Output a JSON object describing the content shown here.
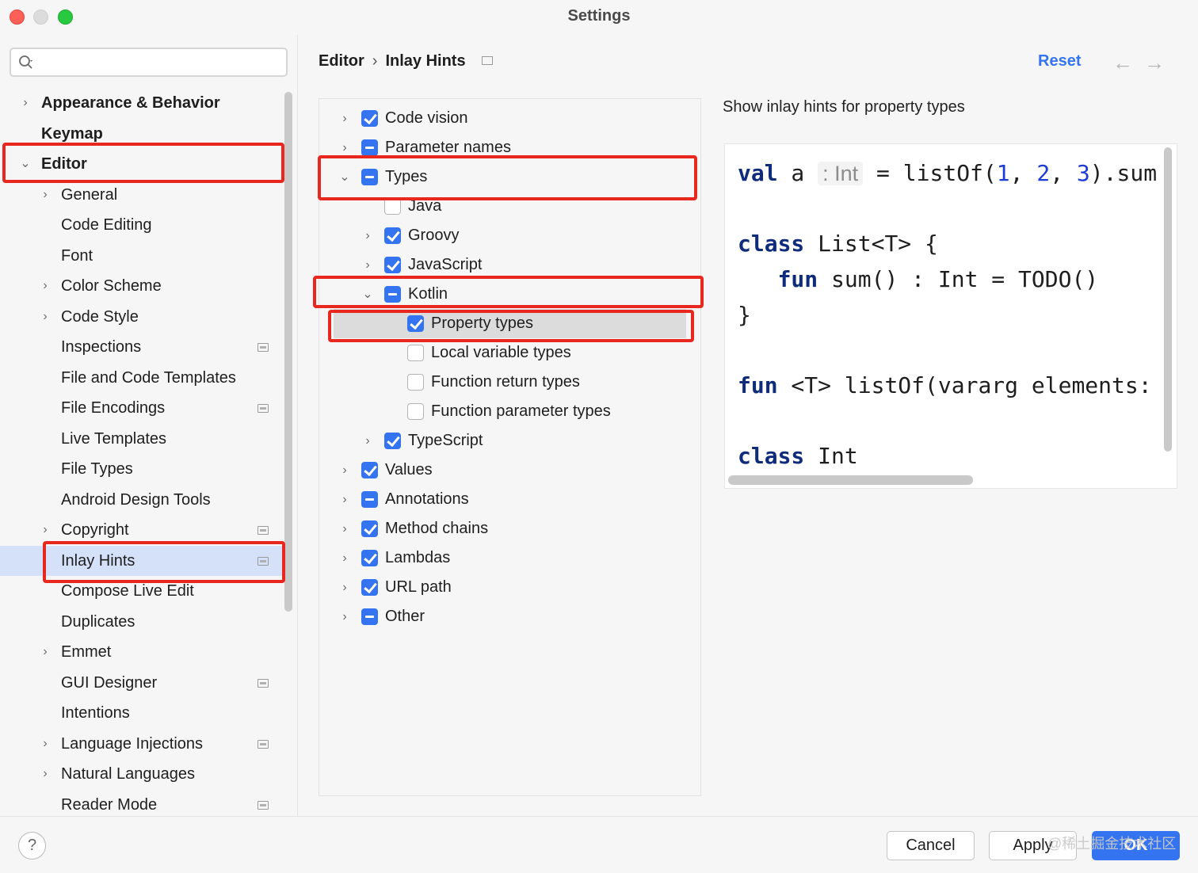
{
  "window": {
    "title": "Settings"
  },
  "search": {
    "placeholder": ""
  },
  "sidebar": {
    "items": [
      {
        "label": "Appearance & Behavior",
        "level": 0,
        "expandable": true,
        "bold": true
      },
      {
        "label": "Keymap",
        "level": 0,
        "expandable": false,
        "bold": true
      },
      {
        "label": "Editor",
        "level": 0,
        "expandable": true,
        "expanded": true,
        "bold": true
      },
      {
        "label": "General",
        "level": 1,
        "expandable": true
      },
      {
        "label": "Code Editing",
        "level": 1
      },
      {
        "label": "Font",
        "level": 1
      },
      {
        "label": "Color Scheme",
        "level": 1,
        "expandable": true
      },
      {
        "label": "Code Style",
        "level": 1,
        "expandable": true
      },
      {
        "label": "Inspections",
        "level": 1,
        "page_icon": true
      },
      {
        "label": "File and Code Templates",
        "level": 1
      },
      {
        "label": "File Encodings",
        "level": 1,
        "page_icon": true
      },
      {
        "label": "Live Templates",
        "level": 1
      },
      {
        "label": "File Types",
        "level": 1
      },
      {
        "label": "Android Design Tools",
        "level": 1
      },
      {
        "label": "Copyright",
        "level": 1,
        "expandable": true,
        "page_icon": true
      },
      {
        "label": "Inlay Hints",
        "level": 1,
        "page_icon": true,
        "selected": true
      },
      {
        "label": "Compose Live Edit",
        "level": 1
      },
      {
        "label": "Duplicates",
        "level": 1
      },
      {
        "label": "Emmet",
        "level": 1,
        "expandable": true
      },
      {
        "label": "GUI Designer",
        "level": 1,
        "page_icon": true
      },
      {
        "label": "Intentions",
        "level": 1
      },
      {
        "label": "Language Injections",
        "level": 1,
        "expandable": true,
        "page_icon": true
      },
      {
        "label": "Natural Languages",
        "level": 1,
        "expandable": true
      },
      {
        "label": "Reader Mode",
        "level": 1,
        "page_icon": true
      }
    ]
  },
  "header": {
    "breadcrumb": [
      "Editor",
      "Inlay Hints"
    ],
    "reset_label": "Reset"
  },
  "options": [
    {
      "label": "Code vision",
      "level": 0,
      "expandable": true,
      "state": "checked"
    },
    {
      "label": "Parameter names",
      "level": 0,
      "expandable": true,
      "state": "partial"
    },
    {
      "label": "Types",
      "level": 0,
      "expandable": true,
      "expanded": true,
      "state": "partial"
    },
    {
      "label": "Java",
      "level": 1,
      "state": "unchecked"
    },
    {
      "label": "Groovy",
      "level": 1,
      "expandable": true,
      "state": "checked"
    },
    {
      "label": "JavaScript",
      "level": 1,
      "expandable": true,
      "state": "checked"
    },
    {
      "label": "Kotlin",
      "level": 1,
      "expandable": true,
      "expanded": true,
      "state": "partial"
    },
    {
      "label": "Property types",
      "level": 2,
      "state": "checked",
      "selected": true
    },
    {
      "label": "Local variable types",
      "level": 2,
      "state": "unchecked"
    },
    {
      "label": "Function return types",
      "level": 2,
      "state": "unchecked"
    },
    {
      "label": "Function parameter types",
      "level": 2,
      "state": "unchecked"
    },
    {
      "label": "TypeScript",
      "level": 1,
      "expandable": true,
      "state": "checked"
    },
    {
      "label": "Values",
      "level": 0,
      "expandable": true,
      "state": "checked"
    },
    {
      "label": "Annotations",
      "level": 0,
      "expandable": true,
      "state": "partial"
    },
    {
      "label": "Method chains",
      "level": 0,
      "expandable": true,
      "state": "checked"
    },
    {
      "label": "Lambdas",
      "level": 0,
      "expandable": true,
      "state": "checked"
    },
    {
      "label": "URL path",
      "level": 0,
      "expandable": true,
      "state": "checked"
    },
    {
      "label": "Other",
      "level": 0,
      "expandable": true,
      "state": "partial"
    }
  ],
  "description": "Show inlay hints for property types",
  "preview": {
    "line1": {
      "kw": "val",
      "name": " a ",
      "hint": ": Int",
      "rest": " = listOf(",
      "n1": "1",
      "c1": ", ",
      "n2": "2",
      "c2": ", ",
      "n3": "3",
      "tail": ").sum"
    },
    "line2": {
      "kw": "class",
      "rest": " List<T> {"
    },
    "line3": {
      "indent": "   ",
      "kw": "fun",
      "rest": " sum() : Int = TODO()"
    },
    "line4": {
      "rest": "}"
    },
    "line5": {
      "kw": "fun",
      "rest": " <T> listOf(vararg elements:"
    },
    "line6": {
      "kw": "class",
      "rest": " Int"
    }
  },
  "footer": {
    "help_label": "?",
    "cancel_label": "Cancel",
    "apply_label": "Apply",
    "ok_label": "OK",
    "watermark": "@稀土掘金技术社区"
  },
  "colors": {
    "accent": "#3574f0",
    "highlight_box": "#e8281f",
    "selection": "#d5e1f8"
  }
}
